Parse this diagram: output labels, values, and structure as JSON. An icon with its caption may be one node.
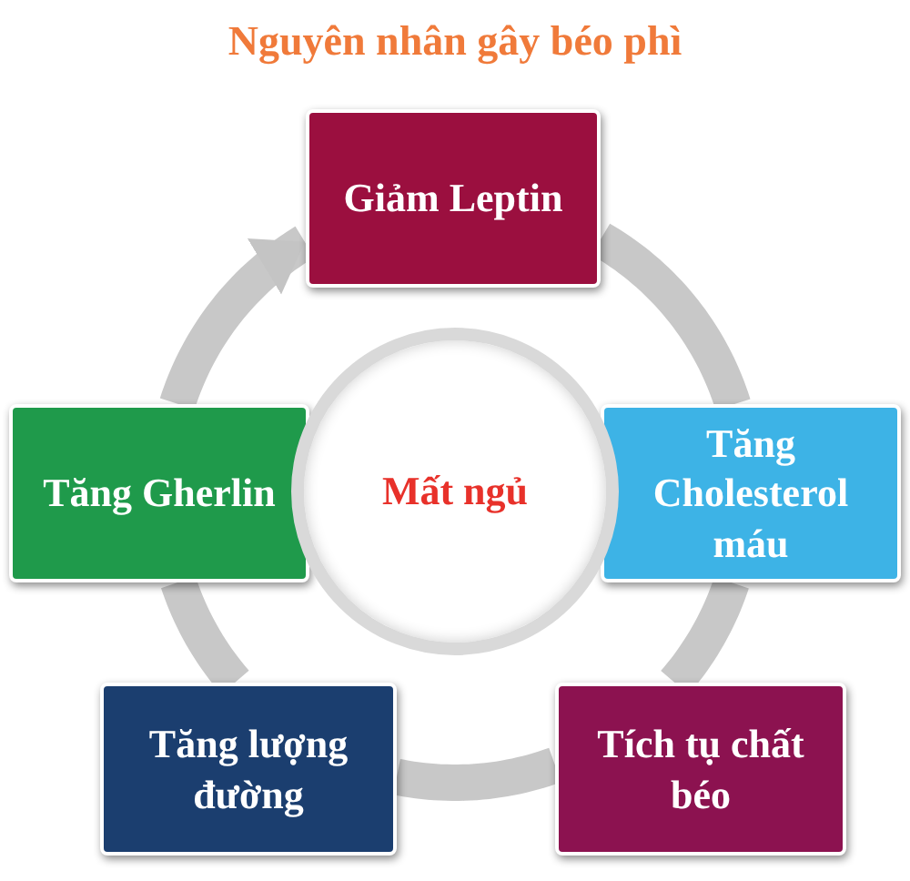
{
  "diagram": {
    "title": "Nguyên nhân gây béo phì",
    "nodes": [
      {
        "text": [
          "Giảm Leptin"
        ]
      },
      {
        "text": [
          "Tăng Cholesterol máu"
        ]
      },
      {
        "text": [
          "Tích tụ chất béo"
        ]
      },
      {
        "text": [
          "Tăng lượng đường"
        ]
      },
      {
        "text": [
          "Tăng Gherlin"
        ]
      },
      {
        "text": [
          "Mất ngủ"
        ]
      }
    ],
    "edges": [
      {
        "from": 0,
        "to": 1,
        "arrow": "none"
      },
      {
        "from": 1,
        "to": 2,
        "arrow": "none"
      },
      {
        "from": 2,
        "to": 3,
        "arrow": "none"
      },
      {
        "from": 3,
        "to": 4,
        "arrow": "none"
      },
      {
        "from": 4,
        "to": 0,
        "arrow": "to"
      }
    ]
  }
}
